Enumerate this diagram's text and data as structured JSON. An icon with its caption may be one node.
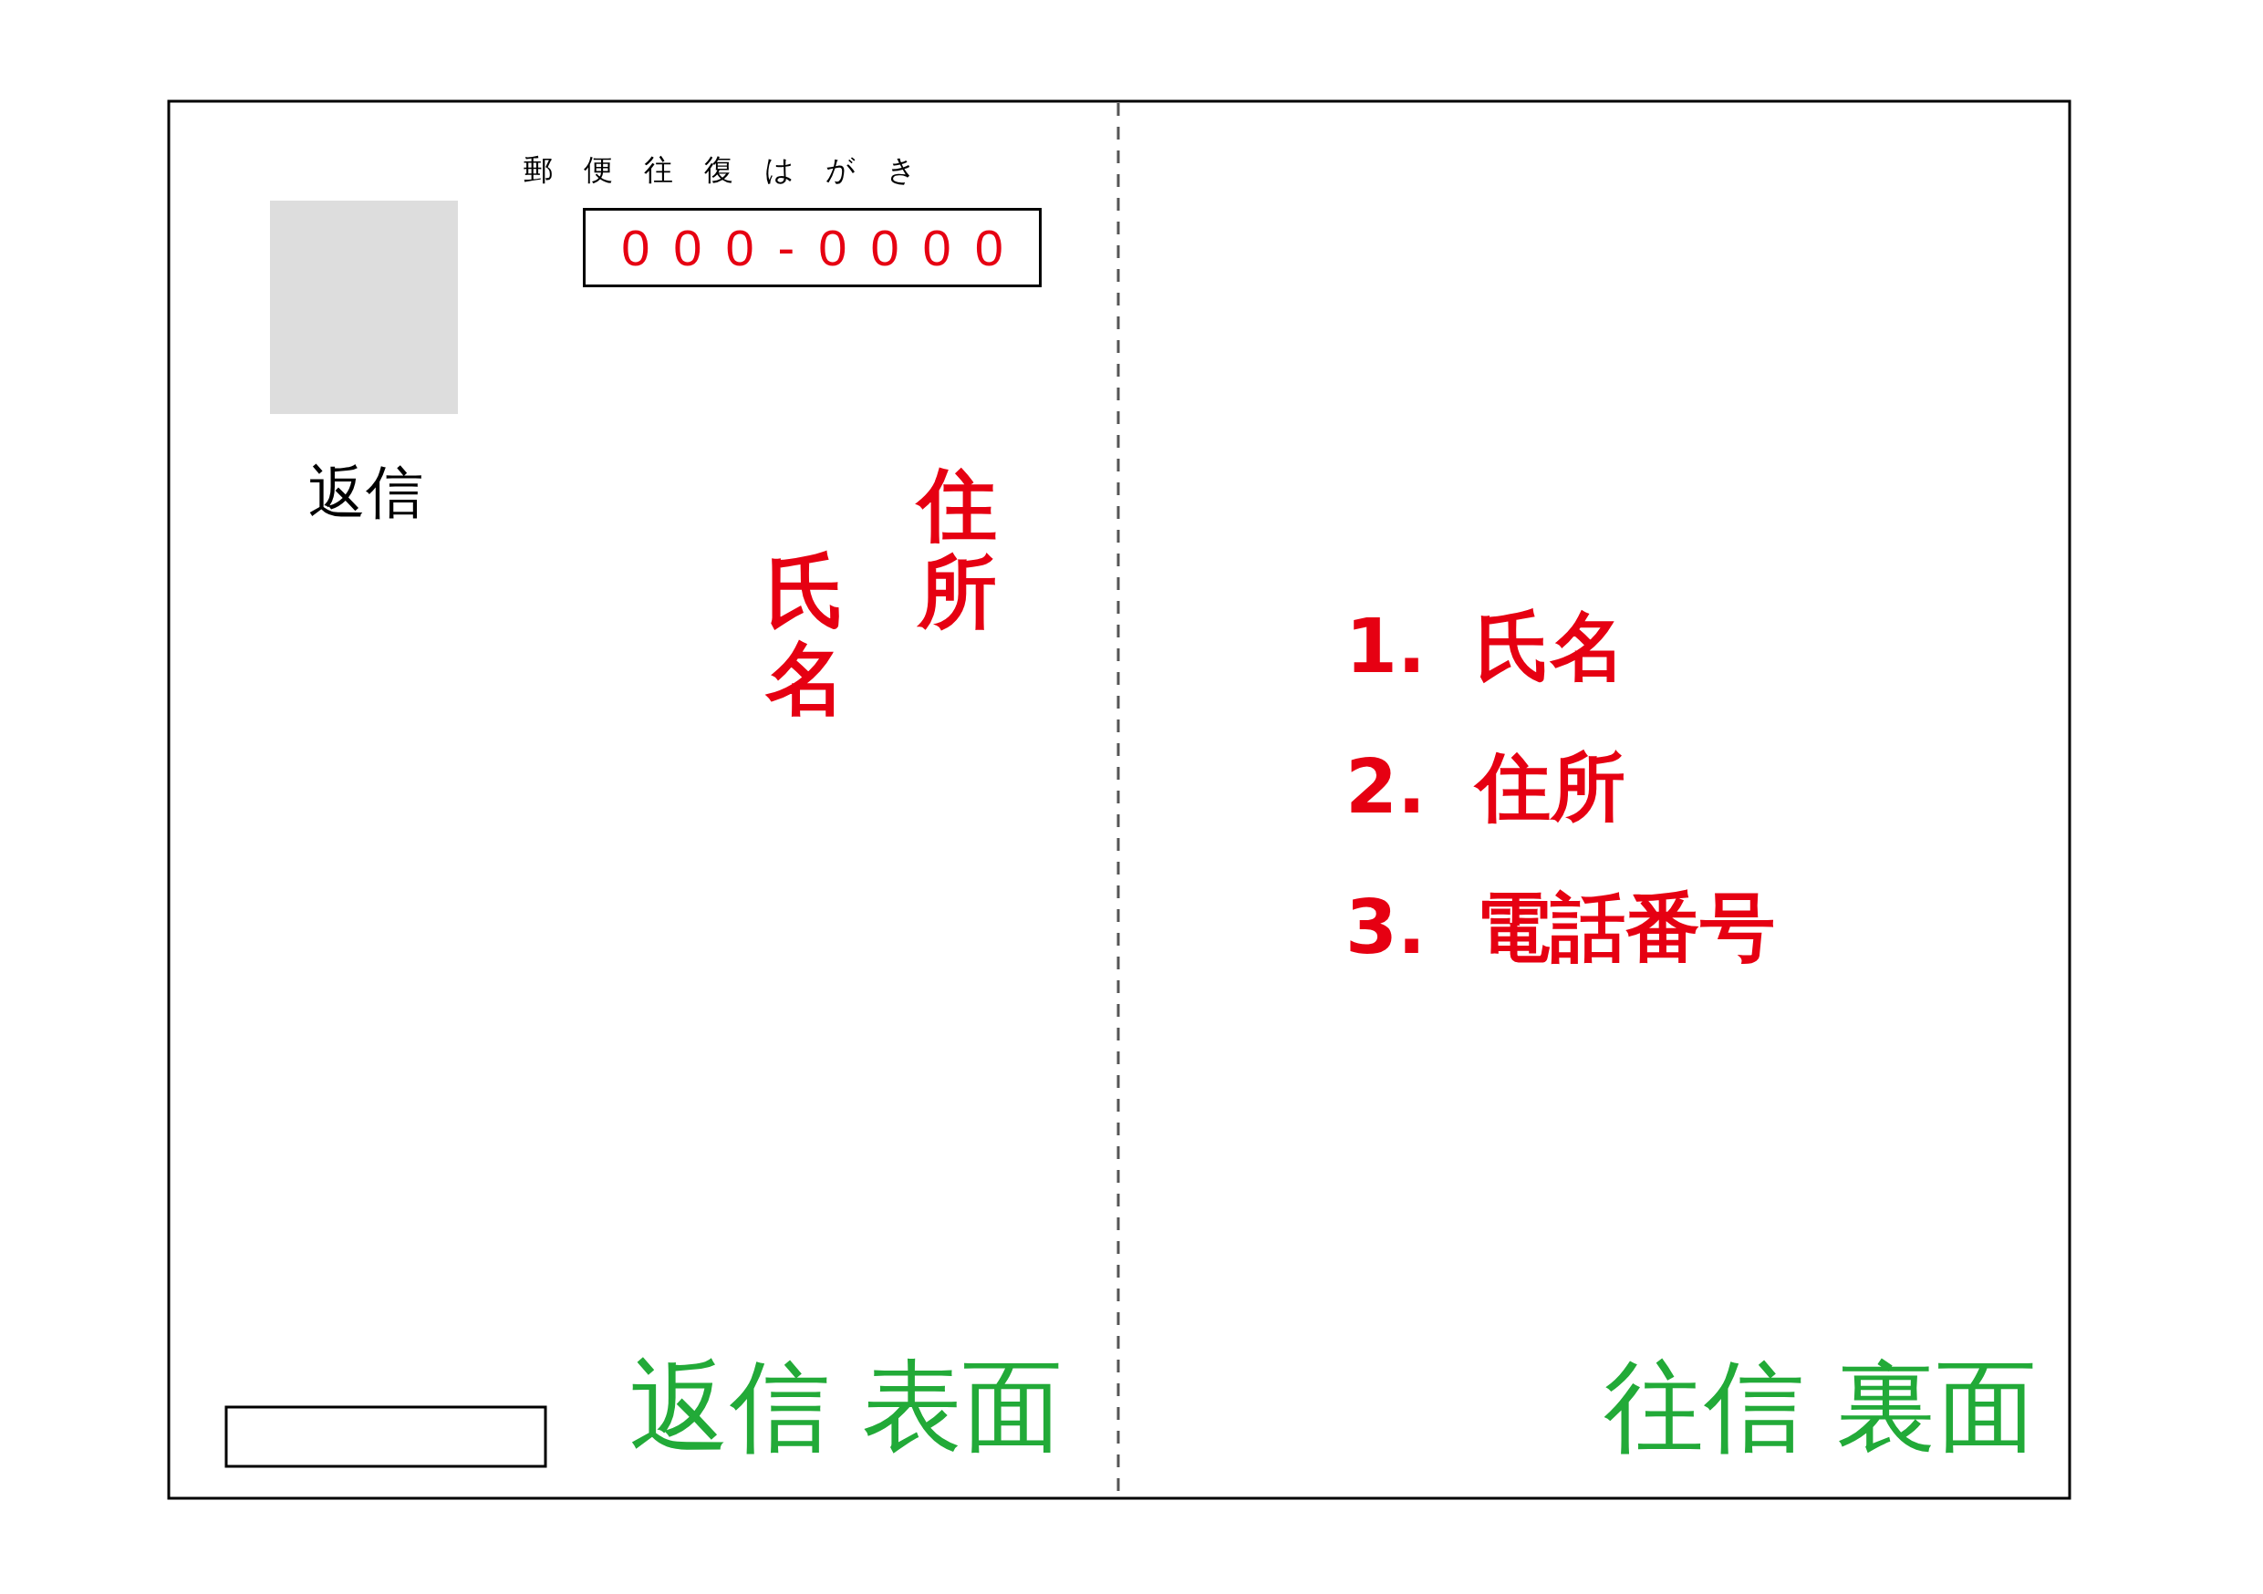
{
  "diagram": {
    "nodes": [
      {
        "text": [
          "000-0000"
        ]
      }
    ],
    "labels": [
      "郵便往復はがき",
      "返信",
      "住所",
      "氏名",
      "1.",
      "氏名",
      "2.",
      "住所",
      "3.",
      "電話番号",
      "返信 表面",
      "往信 裏面"
    ]
  }
}
